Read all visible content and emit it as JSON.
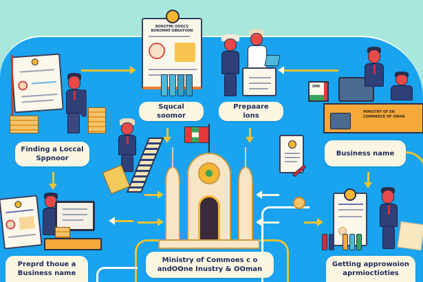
{
  "diagram": {
    "title_document": {
      "heading_line1": "BOROTMI OOOCS",
      "heading_line2": "BOROMMI OBRATVON"
    },
    "labels": {
      "squcal_soomor": "Squcal soomor",
      "prepare_ions": "Prepaare ions",
      "finding_sponsor": "Finding a Loccal Sppnoor",
      "business_name": "Business name",
      "ministry": "Ministry of Commoes c o andOOne Inustry & OOman",
      "prepare_business_name": "Preprd thoue a Business name",
      "getting_approval": "Getting approwoion aprmioctioties"
    },
    "desk_sign": {
      "line1": "MINISTRY OF EN",
      "line2": "COMMERCE OF OMAN"
    },
    "monitor_label": "OMI",
    "colors": {
      "sky": "#a8e8dc",
      "field": "#1aa3ee",
      "arrow": "#f1c232",
      "label_bg": "#fbf6e2",
      "label_text": "#1f2a5a",
      "suit": "#2f3f78",
      "desk": "#f4a93a",
      "flag_green": "#3aa35a",
      "flag_red": "#e23a3a"
    }
  }
}
